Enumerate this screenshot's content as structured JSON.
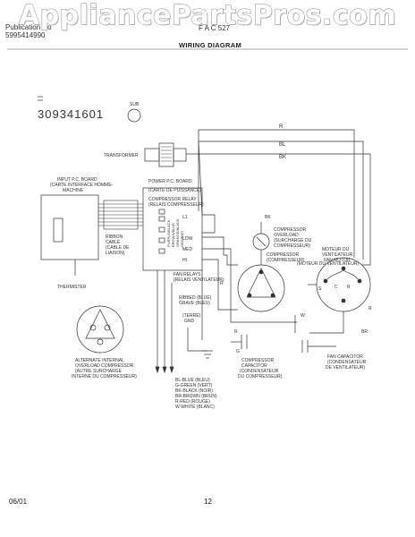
{
  "watermark": "AppliancePartsPros.com",
  "header": {
    "left_line1": "Publication No",
    "left_line2": "5995414990",
    "right_fragment": "F A C 527",
    "diagram_title": "WIRING DIAGRAM"
  },
  "diagram": {
    "part_number": "309341601",
    "sub_label": "SUB",
    "transformer": "TRANSFORMER",
    "wire_r": "R",
    "wire_bl": "BL",
    "wire_bk": "BK",
    "input_board": [
      "INPUT P.C. BOARD",
      "(CARTE INTERFACE HOMME-",
      "MACHINE"
    ],
    "power_board": [
      "POWER P.C. BOARD",
      "(CARTE DE PUISSANCE)"
    ],
    "compressor_relay": [
      "COMPRESSOR RELAY",
      "(RELAIS COMPRESSEUR)"
    ],
    "ribbon_cable": [
      "RIBBON",
      "CABLE",
      "(CABLE DE",
      "LIAISON)"
    ],
    "terminals": [
      "L1",
      "LOW",
      "MED",
      "HI"
    ],
    "wire_colors_vertical": [
      "PURPLE/BLACK",
      "BROWN/BLUE",
      "ORANGE/BLACK",
      "RED/RED"
    ],
    "thermistor": "THERMISTER",
    "fan_relays": [
      "FAN RELAYS",
      "(RELAIS VENTILATEUR)"
    ],
    "ribbed": [
      "RIBBED (BLUE)",
      "GRAVE (BLEU)"
    ],
    "terre": [
      "(TERRE)",
      "GND"
    ],
    "legend": [
      "BL-BLUE (BLEU)",
      "G-GREEN (VERT)",
      "BK-BLACK (NOIR)",
      "BR-BROWN (BRUN)",
      "R-RED (ROUGE)",
      "W-WHITE (BLANC)"
    ],
    "overload": [
      "ALTERNATE INTERNAL",
      "OVERLOAD COMPRESSOR",
      "(AUTRE SURCHARGE",
      "INTERNE DU COMPRESSEUR)"
    ],
    "compressor_overload": [
      "COMPRESSOR",
      "OVERLOAD",
      "(SURCHARGE DU",
      "COMPRESSEUR)"
    ],
    "motor": [
      "MOTEUR DU",
      "VENTILATEUR",
      "FAN MOTOR"
    ],
    "compressor": [
      "COMPRESSOR",
      "(COMPRESSEUR)"
    ],
    "motor_ref": "(MOTEUR DU VENTILATEUR)",
    "motor_terminals": [
      "C",
      "R",
      "S"
    ],
    "compressor_capacitor": [
      "COMPRESSOR",
      "CAPACITOR",
      "(CONDENSATEUR",
      "DU COMPRESSEUR)"
    ],
    "fan_capacitor": [
      "FAN CAPACITOR",
      "(CONDENSATEUR",
      "DE VENTILATEUR)"
    ],
    "wire_labels": {
      "r": "R",
      "w": "W",
      "g": "G",
      "bk": "BK",
      "br": "BR"
    }
  },
  "footer": {
    "date": "06/01",
    "page": "12"
  }
}
